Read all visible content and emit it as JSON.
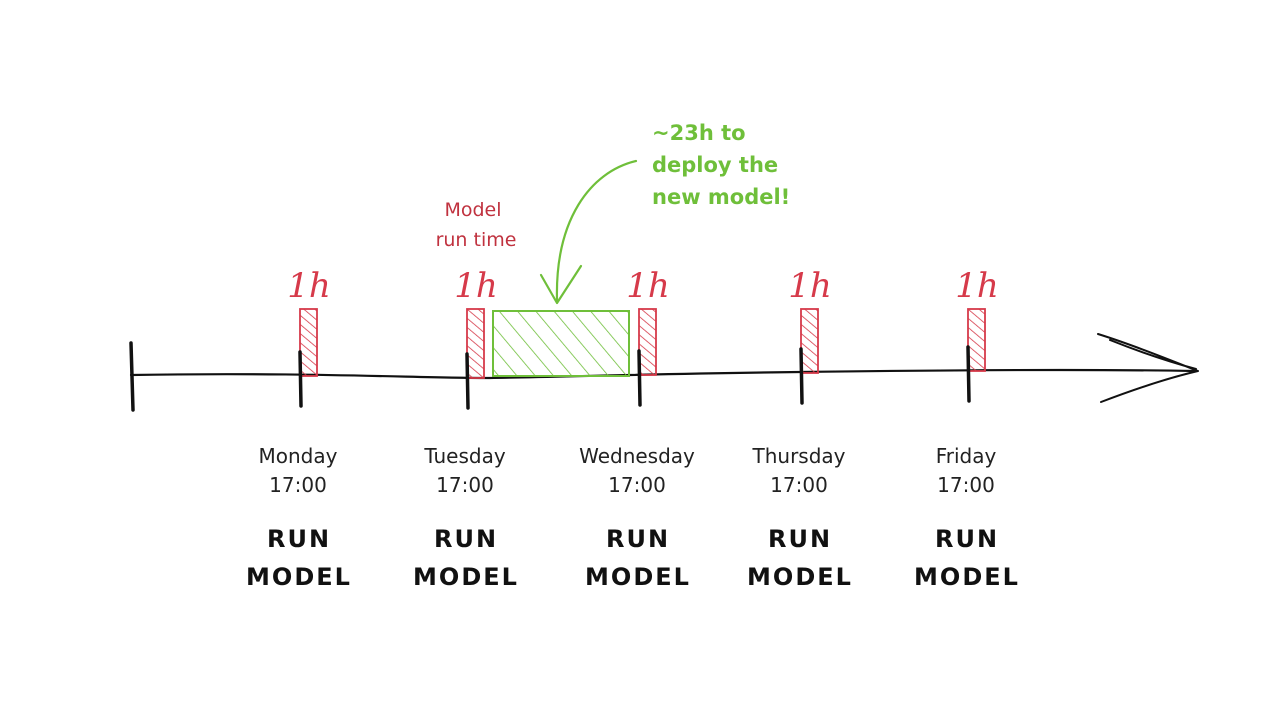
{
  "colors": {
    "run_block": "#d63a4a",
    "deploy_block": "#6fbf3a",
    "axis": "#111111"
  },
  "run_time_note": [
    "Model",
    "run time"
  ],
  "deploy_note": [
    "~23h to",
    "deploy the",
    "new model!"
  ],
  "events": [
    {
      "day": "Monday",
      "time": "17:00",
      "action_line1": "RUN",
      "action_line2": "MODEL",
      "duration": "1h"
    },
    {
      "day": "Tuesday",
      "time": "17:00",
      "action_line1": "RUN",
      "action_line2": "MODEL",
      "duration": "1h"
    },
    {
      "day": "Wednesday",
      "time": "17:00",
      "action_line1": "RUN",
      "action_line2": "MODEL",
      "duration": "1h"
    },
    {
      "day": "Thursday",
      "time": "17:00",
      "action_line1": "RUN",
      "action_line2": "MODEL",
      "duration": "1h"
    },
    {
      "day": "Friday",
      "time": "17:00",
      "action_line1": "RUN",
      "action_line2": "MODEL",
      "duration": "1h"
    }
  ]
}
